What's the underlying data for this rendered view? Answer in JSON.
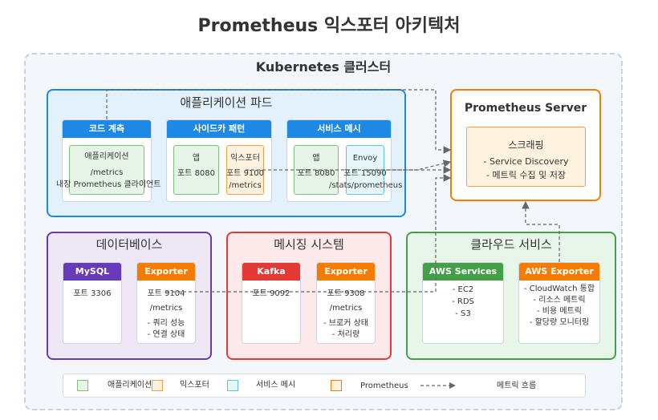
{
  "title": "Prometheus 익스포터 아키텍처",
  "cluster": {
    "label": "Kubernetes 클러스터"
  },
  "app_pod": {
    "label": "애플리케이션 파드",
    "code": {
      "header": "코드 계측",
      "box_lines": [
        "애플리케이션",
        "/metrics",
        "내장 Prometheus 클라이언트"
      ]
    },
    "sidecar": {
      "header": "사이드카 패턴",
      "app_lines": [
        "앱",
        "포트 8080"
      ],
      "exporter_lines": [
        "익스포터",
        "포트 9100",
        "/metrics"
      ]
    },
    "mesh": {
      "header": "서비스 메시",
      "app_lines": [
        "앱",
        "포트 8080"
      ],
      "envoy_lines": [
        "Envoy",
        "포트 15090",
        "/stats/prometheus"
      ]
    }
  },
  "prometheus": {
    "title": "Prometheus Server",
    "box_title": "스크래핑",
    "items": [
      "- Service Discovery",
      "- 메트릭 수집 및 저장"
    ]
  },
  "database": {
    "label": "데이터베이스",
    "mysql": {
      "header": "MySQL",
      "lines": [
        "포트 3306"
      ]
    },
    "exporter": {
      "header": "Exporter",
      "lines": [
        "포트 9104",
        "/metrics"
      ],
      "items": [
        "- 쿼리 성능",
        "- 연결 상태"
      ]
    }
  },
  "messaging": {
    "label": "메시징 시스템",
    "kafka": {
      "header": "Kafka",
      "lines": [
        "포트 9092"
      ]
    },
    "exporter": {
      "header": "Exporter",
      "lines": [
        "포트 9308",
        "/metrics"
      ],
      "items": [
        "- 브로커 상태",
        "- 처리량"
      ]
    }
  },
  "cloud": {
    "label": "클라우드 서비스",
    "aws": {
      "header": "AWS Services",
      "items": [
        "- EC2",
        "- RDS",
        "- S3"
      ]
    },
    "exporter": {
      "header": "AWS Exporter",
      "items": [
        "- CloudWatch 통합",
        "- 리소스 메트릭",
        "- 비용 메트릭",
        "- 할당량 모니터링"
      ]
    }
  },
  "legend": {
    "items": [
      {
        "label": "애플리케이션",
        "color": "#7fbf7f"
      },
      {
        "label": "익스포터",
        "color": "#f0a04b"
      },
      {
        "label": "서비스 메시",
        "color": "#5bc8d6"
      },
      {
        "label": "Prometheus",
        "color": "#f57c00"
      }
    ],
    "flow_label": "메트릭 흐름"
  }
}
